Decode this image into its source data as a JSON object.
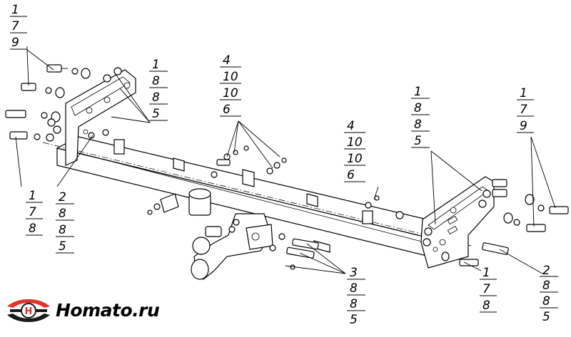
{
  "brand": {
    "text": "Homato.ru",
    "logo_colors": {
      "accent": "#e2322a",
      "dark": "#1a1a1a"
    }
  },
  "callouts": [
    {
      "id": "c1",
      "items": [
        "1",
        "7",
        "9"
      ]
    },
    {
      "id": "c2",
      "items": [
        "1",
        "8",
        "8",
        "5"
      ]
    },
    {
      "id": "c3",
      "items": [
        "4",
        "10",
        "10",
        "6"
      ]
    },
    {
      "id": "c4",
      "items": [
        "4",
        "10",
        "10",
        "6"
      ]
    },
    {
      "id": "c5",
      "items": [
        "1",
        "8",
        "8",
        "5"
      ]
    },
    {
      "id": "c6",
      "items": [
        "1",
        "7",
        "9"
      ]
    },
    {
      "id": "c7",
      "items": [
        "1",
        "7",
        "8"
      ]
    },
    {
      "id": "c8",
      "items": [
        "2",
        "8",
        "8",
        "5"
      ]
    },
    {
      "id": "c9",
      "items": [
        "3",
        "8",
        "8",
        "5"
      ]
    },
    {
      "id": "c10",
      "items": [
        "1",
        "7",
        "8"
      ]
    },
    {
      "id": "c11",
      "items": [
        "2",
        "8",
        "8",
        "5"
      ]
    }
  ]
}
